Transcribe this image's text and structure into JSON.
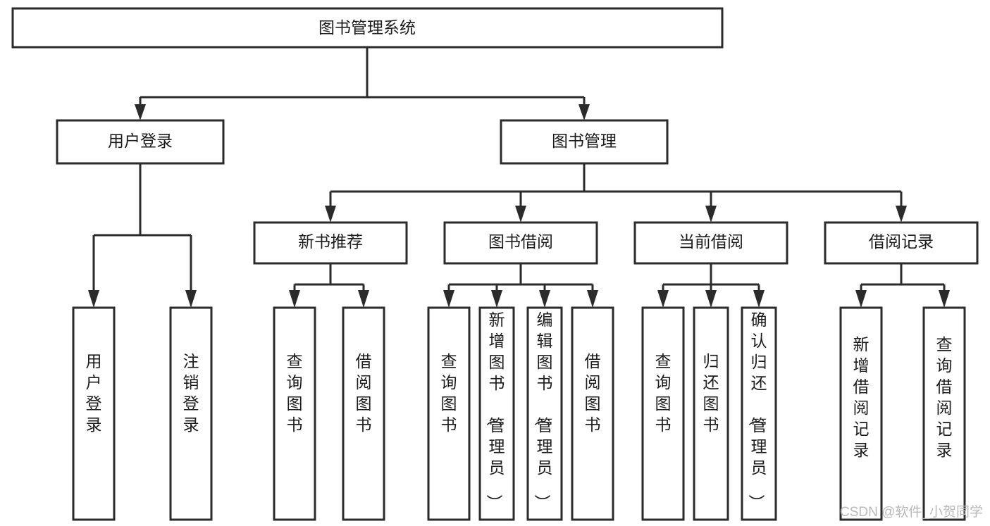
{
  "diagram": {
    "type": "tree",
    "title": "图书管理系统",
    "root": {
      "id": "root",
      "label": "图书管理系统"
    },
    "level2": [
      {
        "id": "user-login",
        "label": "用户登录"
      },
      {
        "id": "book-manage",
        "label": "图书管理"
      }
    ],
    "level3": [
      {
        "id": "new-book-recommend",
        "label": "新书推荐",
        "parent": "book-manage"
      },
      {
        "id": "book-borrow",
        "label": "图书借阅",
        "parent": "book-manage"
      },
      {
        "id": "current-borrow",
        "label": "当前借阅",
        "parent": "book-manage"
      },
      {
        "id": "borrow-record",
        "label": "借阅记录",
        "parent": "book-manage"
      }
    ],
    "leaves": [
      {
        "id": "leaf-user-login",
        "label": "用户登录",
        "parent": "user-login"
      },
      {
        "id": "leaf-logout-login",
        "label": "注销登录",
        "parent": "user-login"
      },
      {
        "id": "leaf-query-book-1",
        "label": "查询图书",
        "parent": "new-book-recommend"
      },
      {
        "id": "leaf-borrow-book-1",
        "label": "借阅图书",
        "parent": "new-book-recommend"
      },
      {
        "id": "leaf-query-book-2",
        "label": "查询图书",
        "parent": "book-borrow"
      },
      {
        "id": "leaf-add-book",
        "label": "新增图书（管理员）",
        "parent": "book-borrow"
      },
      {
        "id": "leaf-edit-book",
        "label": "编辑图书（管理员）",
        "parent": "book-borrow"
      },
      {
        "id": "leaf-borrow-book-2",
        "label": "借阅图书",
        "parent": "book-borrow"
      },
      {
        "id": "leaf-query-book-3",
        "label": "查询图书",
        "parent": "current-borrow"
      },
      {
        "id": "leaf-return-book",
        "label": "归还图书",
        "parent": "current-borrow"
      },
      {
        "id": "leaf-confirm-return",
        "label": "确认归还（管理员）",
        "parent": "current-borrow"
      },
      {
        "id": "leaf-add-record",
        "label": "新增借阅记录",
        "parent": "borrow-record"
      },
      {
        "id": "leaf-query-record",
        "label": "查询借阅记录",
        "parent": "borrow-record"
      }
    ]
  },
  "watermark": {
    "text": "CSDN @软件_小贺同学"
  },
  "colors": {
    "stroke": "#2b2b2b",
    "fill": "#ffffff",
    "text": "#1c1c1c",
    "watermark": "#b9b9b9"
  }
}
